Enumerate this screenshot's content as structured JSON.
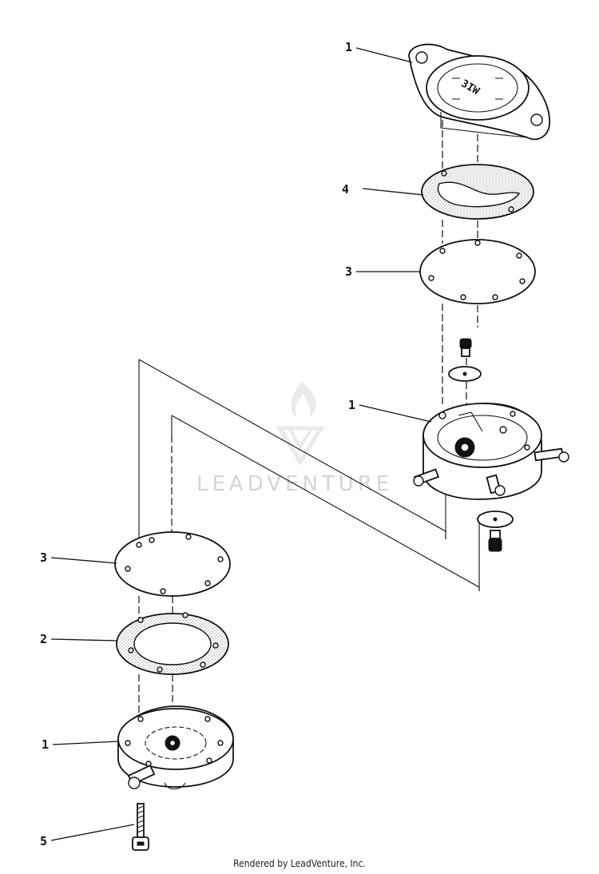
{
  "watermark": {
    "text": "LEADVENTURE"
  },
  "callouts": [
    {
      "id": "c1",
      "label": "1"
    },
    {
      "id": "c2",
      "label": "4"
    },
    {
      "id": "c3",
      "label": "3"
    },
    {
      "id": "c4",
      "label": "1"
    },
    {
      "id": "c5",
      "label": "3"
    },
    {
      "id": "c6",
      "label": "2"
    },
    {
      "id": "c7",
      "label": "1"
    },
    {
      "id": "c8",
      "label": "5"
    }
  ],
  "footer": {
    "text": "Rendered by LeadVenture, Inc."
  }
}
